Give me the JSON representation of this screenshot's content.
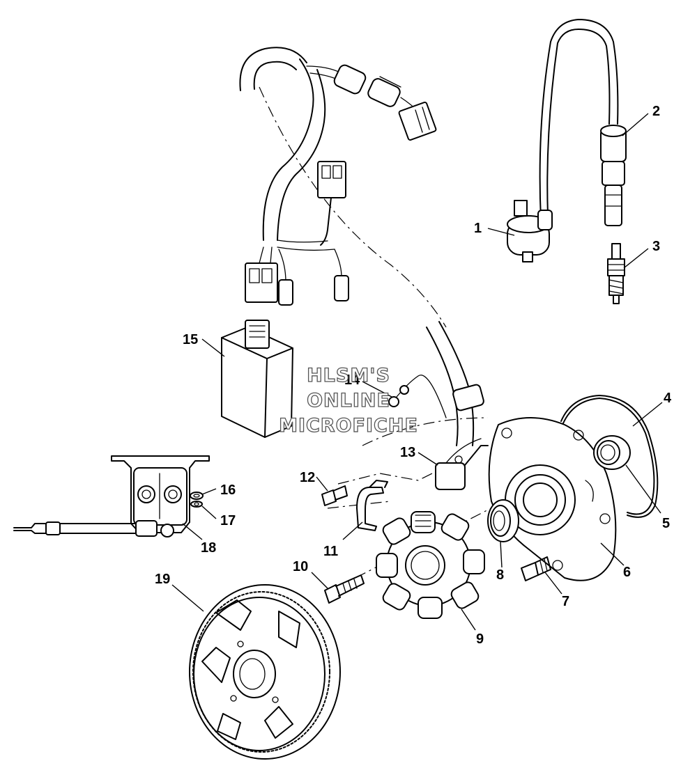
{
  "watermark": {
    "line1": "HLSM'S",
    "line2": "ONLINE",
    "line3": "MICROFICHE"
  },
  "callouts": [
    {
      "id": "1",
      "part": "ignition-coil"
    },
    {
      "id": "2",
      "part": "spark-plug-cap"
    },
    {
      "id": "3",
      "part": "spark-plug"
    },
    {
      "id": "4",
      "part": "o-ring"
    },
    {
      "id": "5",
      "part": "bearing"
    },
    {
      "id": "6",
      "part": "stator-plate"
    },
    {
      "id": "7",
      "part": "screw"
    },
    {
      "id": "8",
      "part": "oil-seal"
    },
    {
      "id": "9",
      "part": "stator"
    },
    {
      "id": "10",
      "part": "screw"
    },
    {
      "id": "11",
      "part": "clamp"
    },
    {
      "id": "12",
      "part": "screw"
    },
    {
      "id": "13",
      "part": "pulser-coil"
    },
    {
      "id": "14",
      "part": "ground-screw"
    },
    {
      "id": "15",
      "part": "cdi-unit"
    },
    {
      "id": "16",
      "part": "washer"
    },
    {
      "id": "17",
      "part": "lock-washer"
    },
    {
      "id": "18",
      "part": "regulator-rectifier"
    },
    {
      "id": "19",
      "part": "flywheel"
    }
  ]
}
